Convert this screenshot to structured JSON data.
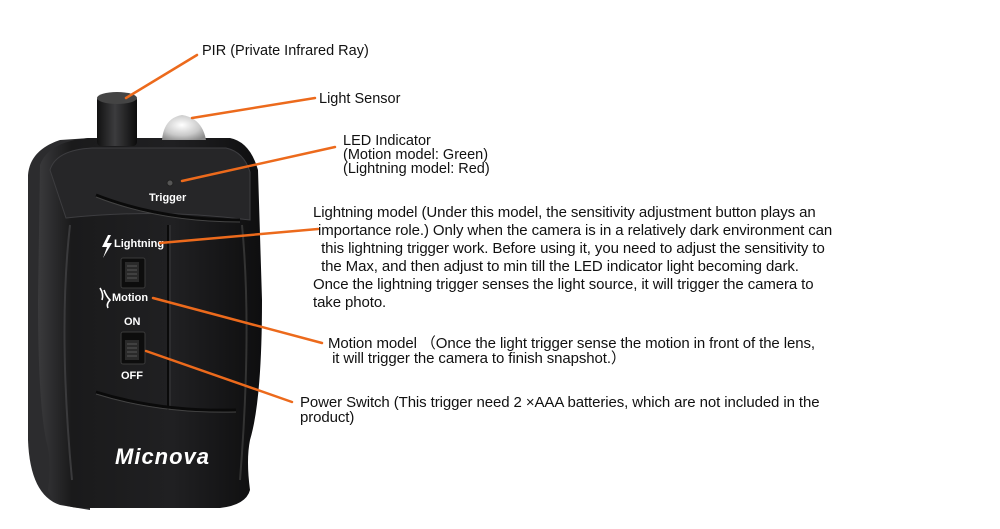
{
  "diagram": {
    "product_brand": "Micnova",
    "device_labels": {
      "trigger": "Trigger",
      "lightning": "Lightning",
      "motion": "Motion",
      "on": "ON",
      "off": "OFF"
    },
    "callouts": {
      "pir": {
        "title": "PIR (Private Infrared Ray)"
      },
      "light_sensor": {
        "title": "Light Sensor"
      },
      "led": {
        "line1": "LED Indicator",
        "line2": "(Motion model: Green)",
        "line3": "(Lightning model: Red)"
      },
      "lightning_model": {
        "line1": "Lightning model (Under this model, the sensitivity adjustment button plays an",
        "line2": "importance role.) Only when the camera is in a relatively dark environment can",
        "line3": " this lightning trigger work. Before using it, you need to adjust the sensitivity to",
        "line4": " the Max, and then adjust to min till the LED indicator light becoming dark.",
        "line5": "Once the lightning trigger senses the light source, it will trigger the camera to",
        "line6": "take photo."
      },
      "motion_model": {
        "line1": "Motion model （Once the light trigger sense the motion in front of the lens,",
        "line2": " it will trigger the camera to finish snapshot.）"
      },
      "power_switch": {
        "line1": "Power Switch (This trigger need 2 ×AAA batteries, which are not included in the",
        "line2": "product)"
      }
    },
    "colors": {
      "leader_line": "#ec6a1c",
      "device_body": "#1c1c1e",
      "text": "#111111",
      "background": "#ffffff"
    }
  }
}
